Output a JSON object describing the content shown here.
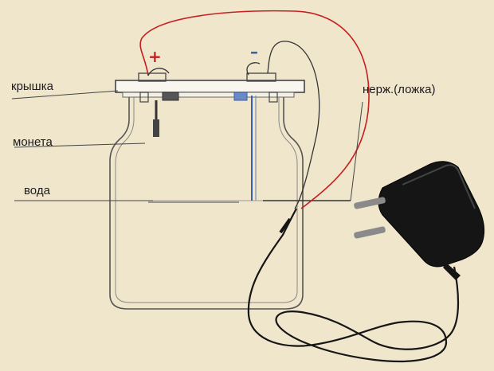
{
  "labels": {
    "lid": "крышка",
    "coin": "монета",
    "water": "вода",
    "steel_spoon": "нерж.(ложка)"
  },
  "polarity": {
    "plus": "+",
    "minus": "–"
  },
  "colors": {
    "background": "#efe6cc",
    "red_wire": "#c62020",
    "blue_electrode": "#3b5fa8",
    "jar_outline": "#555555",
    "charger": "#151515"
  }
}
